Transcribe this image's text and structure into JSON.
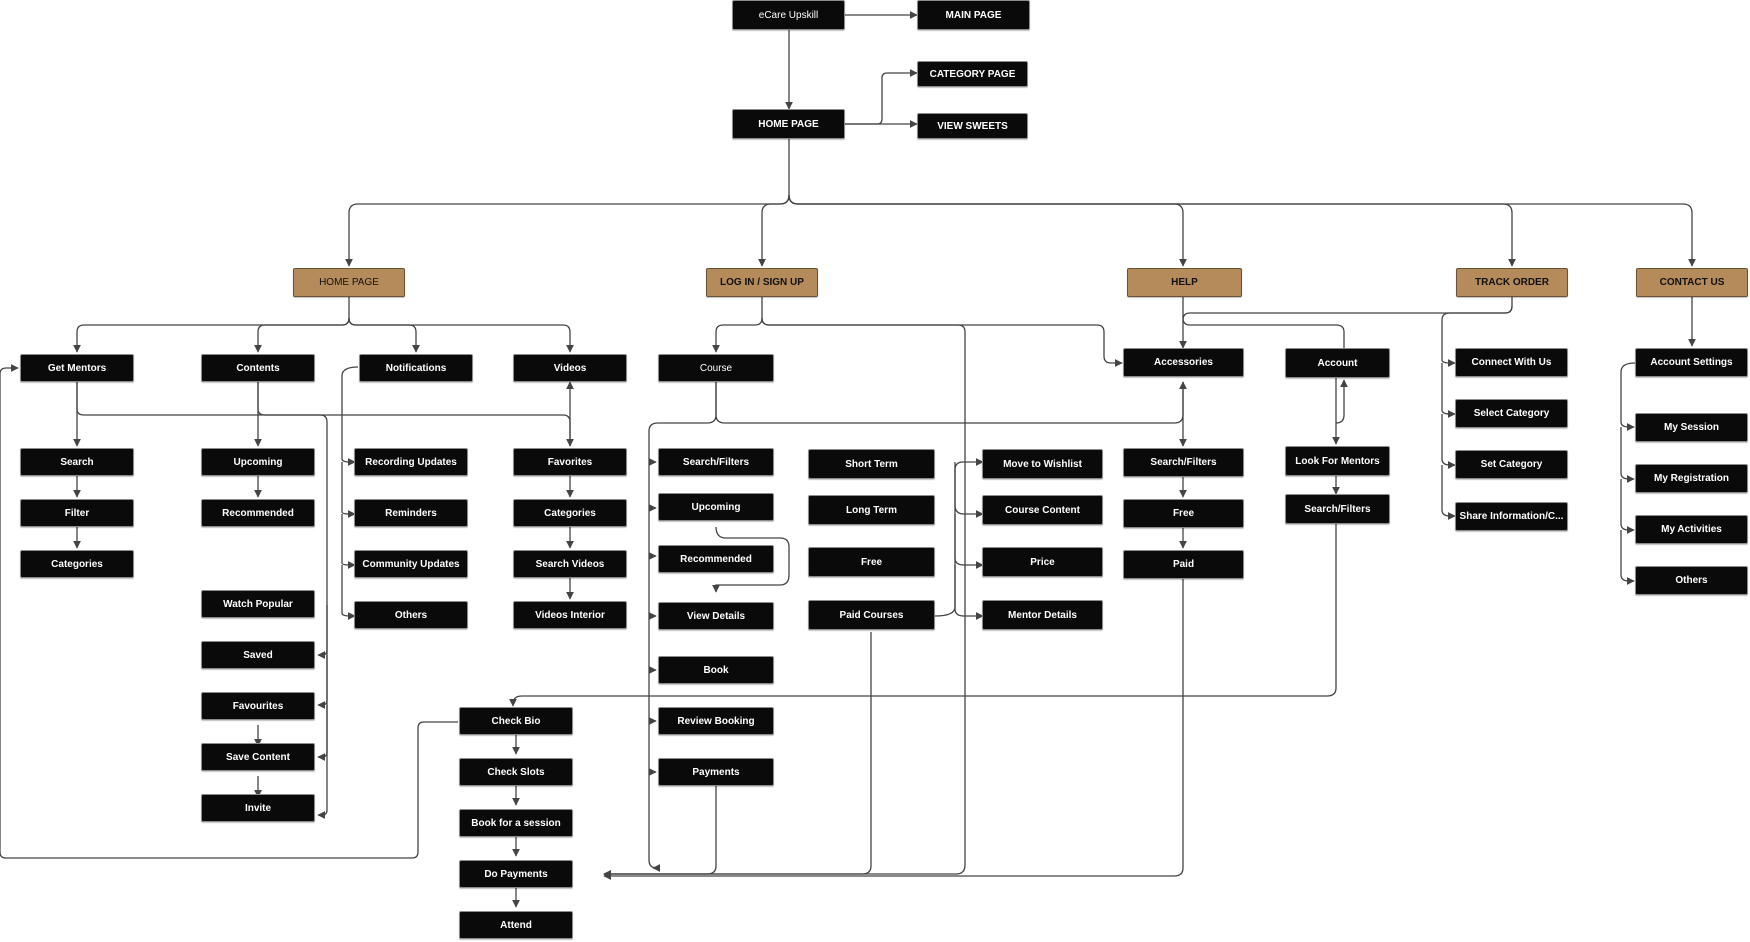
{
  "colors": {
    "node": "#0a0a0a",
    "section": "#b58b5c",
    "line": "#444444",
    "text": "#ffffff"
  },
  "nodes": {
    "root": "eCare Upskill",
    "main_page": "MAIN PAGE",
    "home_page_top": "HOME PAGE",
    "category_page": "CATEGORY PAGE",
    "view_sweets": "VIEW SWEETS",
    "sec_home": "HOME PAGE",
    "sec_login": "LOG IN / SIGN UP",
    "sec_help": "HELP",
    "sec_track": "TRACK ORDER",
    "sec_contact": "CONTACT US",
    "get_mentors": "Get Mentors",
    "search": "Search",
    "filter": "Filter",
    "categories_a": "Categories",
    "contents": "Contents",
    "upcoming_a": "Upcoming",
    "recommended_a": "Recommended",
    "watch_popular": "Watch Popular",
    "saved": "Saved",
    "favourites": "Favourites",
    "save_content": "Save Content",
    "invite": "Invite",
    "notifications": "Notifications",
    "recording_updates": "Recording Updates",
    "reminders": "Reminders",
    "community_updates": "Community Updates",
    "others_a": "Others",
    "videos": "Videos",
    "favorites": "Favorites",
    "categories_b": "Categories",
    "search_videos": "Search Videos",
    "videos_interior": "Videos Interior",
    "course": "Course",
    "search_filters_a": "Search/Filters",
    "upcoming_b": "Upcoming",
    "recommended_b": "Recommended",
    "view_details": "View Details",
    "book": "Book",
    "review_booking": "Review Booking",
    "payments": "Payments",
    "short_term": "Short Term",
    "long_term": "Long Term",
    "free_a": "Free",
    "paid_courses": "Paid Courses",
    "move_to_wishlist": "Move to Wishlist",
    "course_content": "Course Content",
    "price": "Price",
    "mentor_details": "Mentor Details",
    "accessories": "Accessories",
    "search_filters_b": "Search/Filters",
    "free_b": "Free",
    "paid": "Paid",
    "account": "Account",
    "look_for_mentors": "Look For Mentors",
    "search_filters_c": "Search/Filters",
    "connect_with_us": "Connect With Us",
    "select_category": "Select Category",
    "set_category": "Set Category",
    "share_information": "Share Information/C...",
    "account_settings": "Account Settings",
    "my_session": "My Session",
    "my_registration": "My Registration",
    "my_activities": "My Activities",
    "others_b": "Others",
    "check_bio": "Check Bio",
    "check_slots": "Check Slots",
    "book_session": "Book for a session",
    "do_payments": "Do Payments",
    "attend": "Attend"
  }
}
